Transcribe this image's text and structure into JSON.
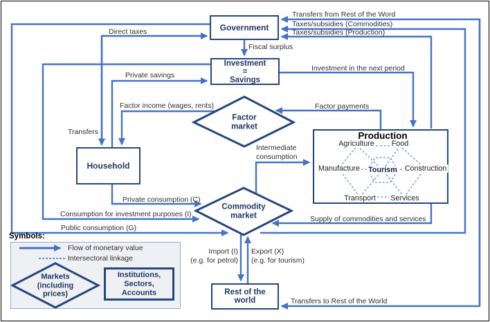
{
  "boxes": {
    "government": "Government",
    "investment": "Investment\n=\nSavings",
    "household": "Household",
    "production_title": "Production",
    "rest_of_world": "Rest of the\nworld",
    "factor_market": "Factor\nmarket",
    "commodity_market": "Commodity\nmarket"
  },
  "production_nodes": {
    "agriculture": "Agriculture",
    "food": "Food",
    "manufacture": "Manufacture",
    "tourism": "Tourism",
    "construction": "Construction",
    "transport": "Transport",
    "services": "Services"
  },
  "flows": {
    "transfers_from_row": "Transfers from Rest of the Word",
    "taxes_commodities": "Taxes/subsidies (Commodities)",
    "taxes_production": "Taxes/subsidies (Production)",
    "direct_taxes": "Direct taxes",
    "fiscal_surplus": "Fiscal surplus",
    "private_savings": "Private savings",
    "investment_next_period": "Investment in the next period",
    "factor_income": "Factor income (wages, rents)",
    "factor_payments": "Factor payments",
    "transfers": "Transfers",
    "intermediate_consumption": "Intermediate\nconsumption",
    "private_consumption": "Private consumption (C)",
    "consumption_investment": "Consumption for investment purposes (I)",
    "public_consumption": "Public consumption (G)",
    "supply": "Supply of commodities and services",
    "import_flow": "Import (I)\n(e.g. for petrol)",
    "export_flow": "Export (X)\n(e.g. for tourism)",
    "transfers_to_row": "Transfers to Rest of the World"
  },
  "legend": {
    "title": "Symbols:",
    "flow": "Flow of monetary value",
    "linkage": "Intersectoral linkage",
    "markets": "Markets\n(including\nprices)",
    "institutions": "Institutions,\nSectors,\nAccounts"
  },
  "colors": {
    "flow_line": "#4472C4",
    "box_border": "#24477F",
    "box_text": "#1F3864",
    "dashed_link": "#6A93D8",
    "legend_bg": "#EFF0F3"
  }
}
